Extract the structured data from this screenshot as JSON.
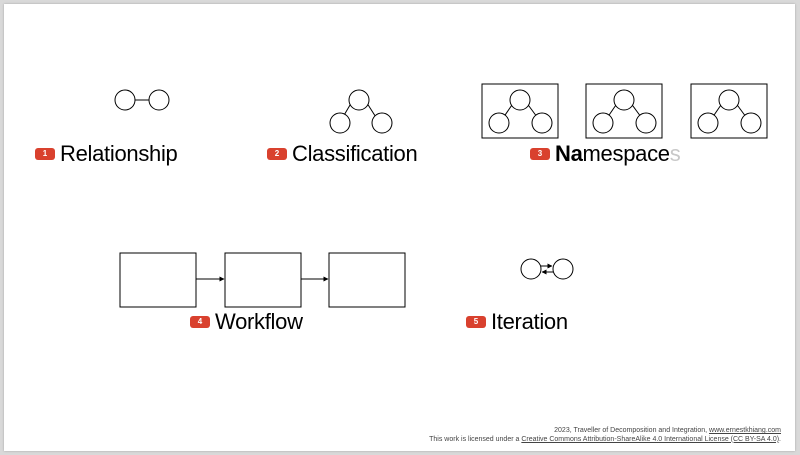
{
  "items": [
    {
      "number": "1",
      "label": "Relationship"
    },
    {
      "number": "2",
      "label": "Classification"
    },
    {
      "number": "3",
      "label_bold": "Na",
      "label_rest": "mespace",
      "label_faded": "s"
    },
    {
      "number": "4",
      "label": "Workflow"
    },
    {
      "number": "5",
      "label": "Iteration"
    }
  ],
  "footer": {
    "line1_prefix": "2023, Traveller of Decomposition and Integration, ",
    "line1_link": "www.ernestkhiang.com",
    "line2_prefix": "This work is licensed under a ",
    "line2_link": "Creative Commons Attribution-ShareAlike 4.0 International License (CC BY-SA 4.0)",
    "line2_suffix": "."
  },
  "colors": {
    "badge": "#d9412e",
    "stroke": "#000000",
    "faded": "#c8c8c8"
  }
}
